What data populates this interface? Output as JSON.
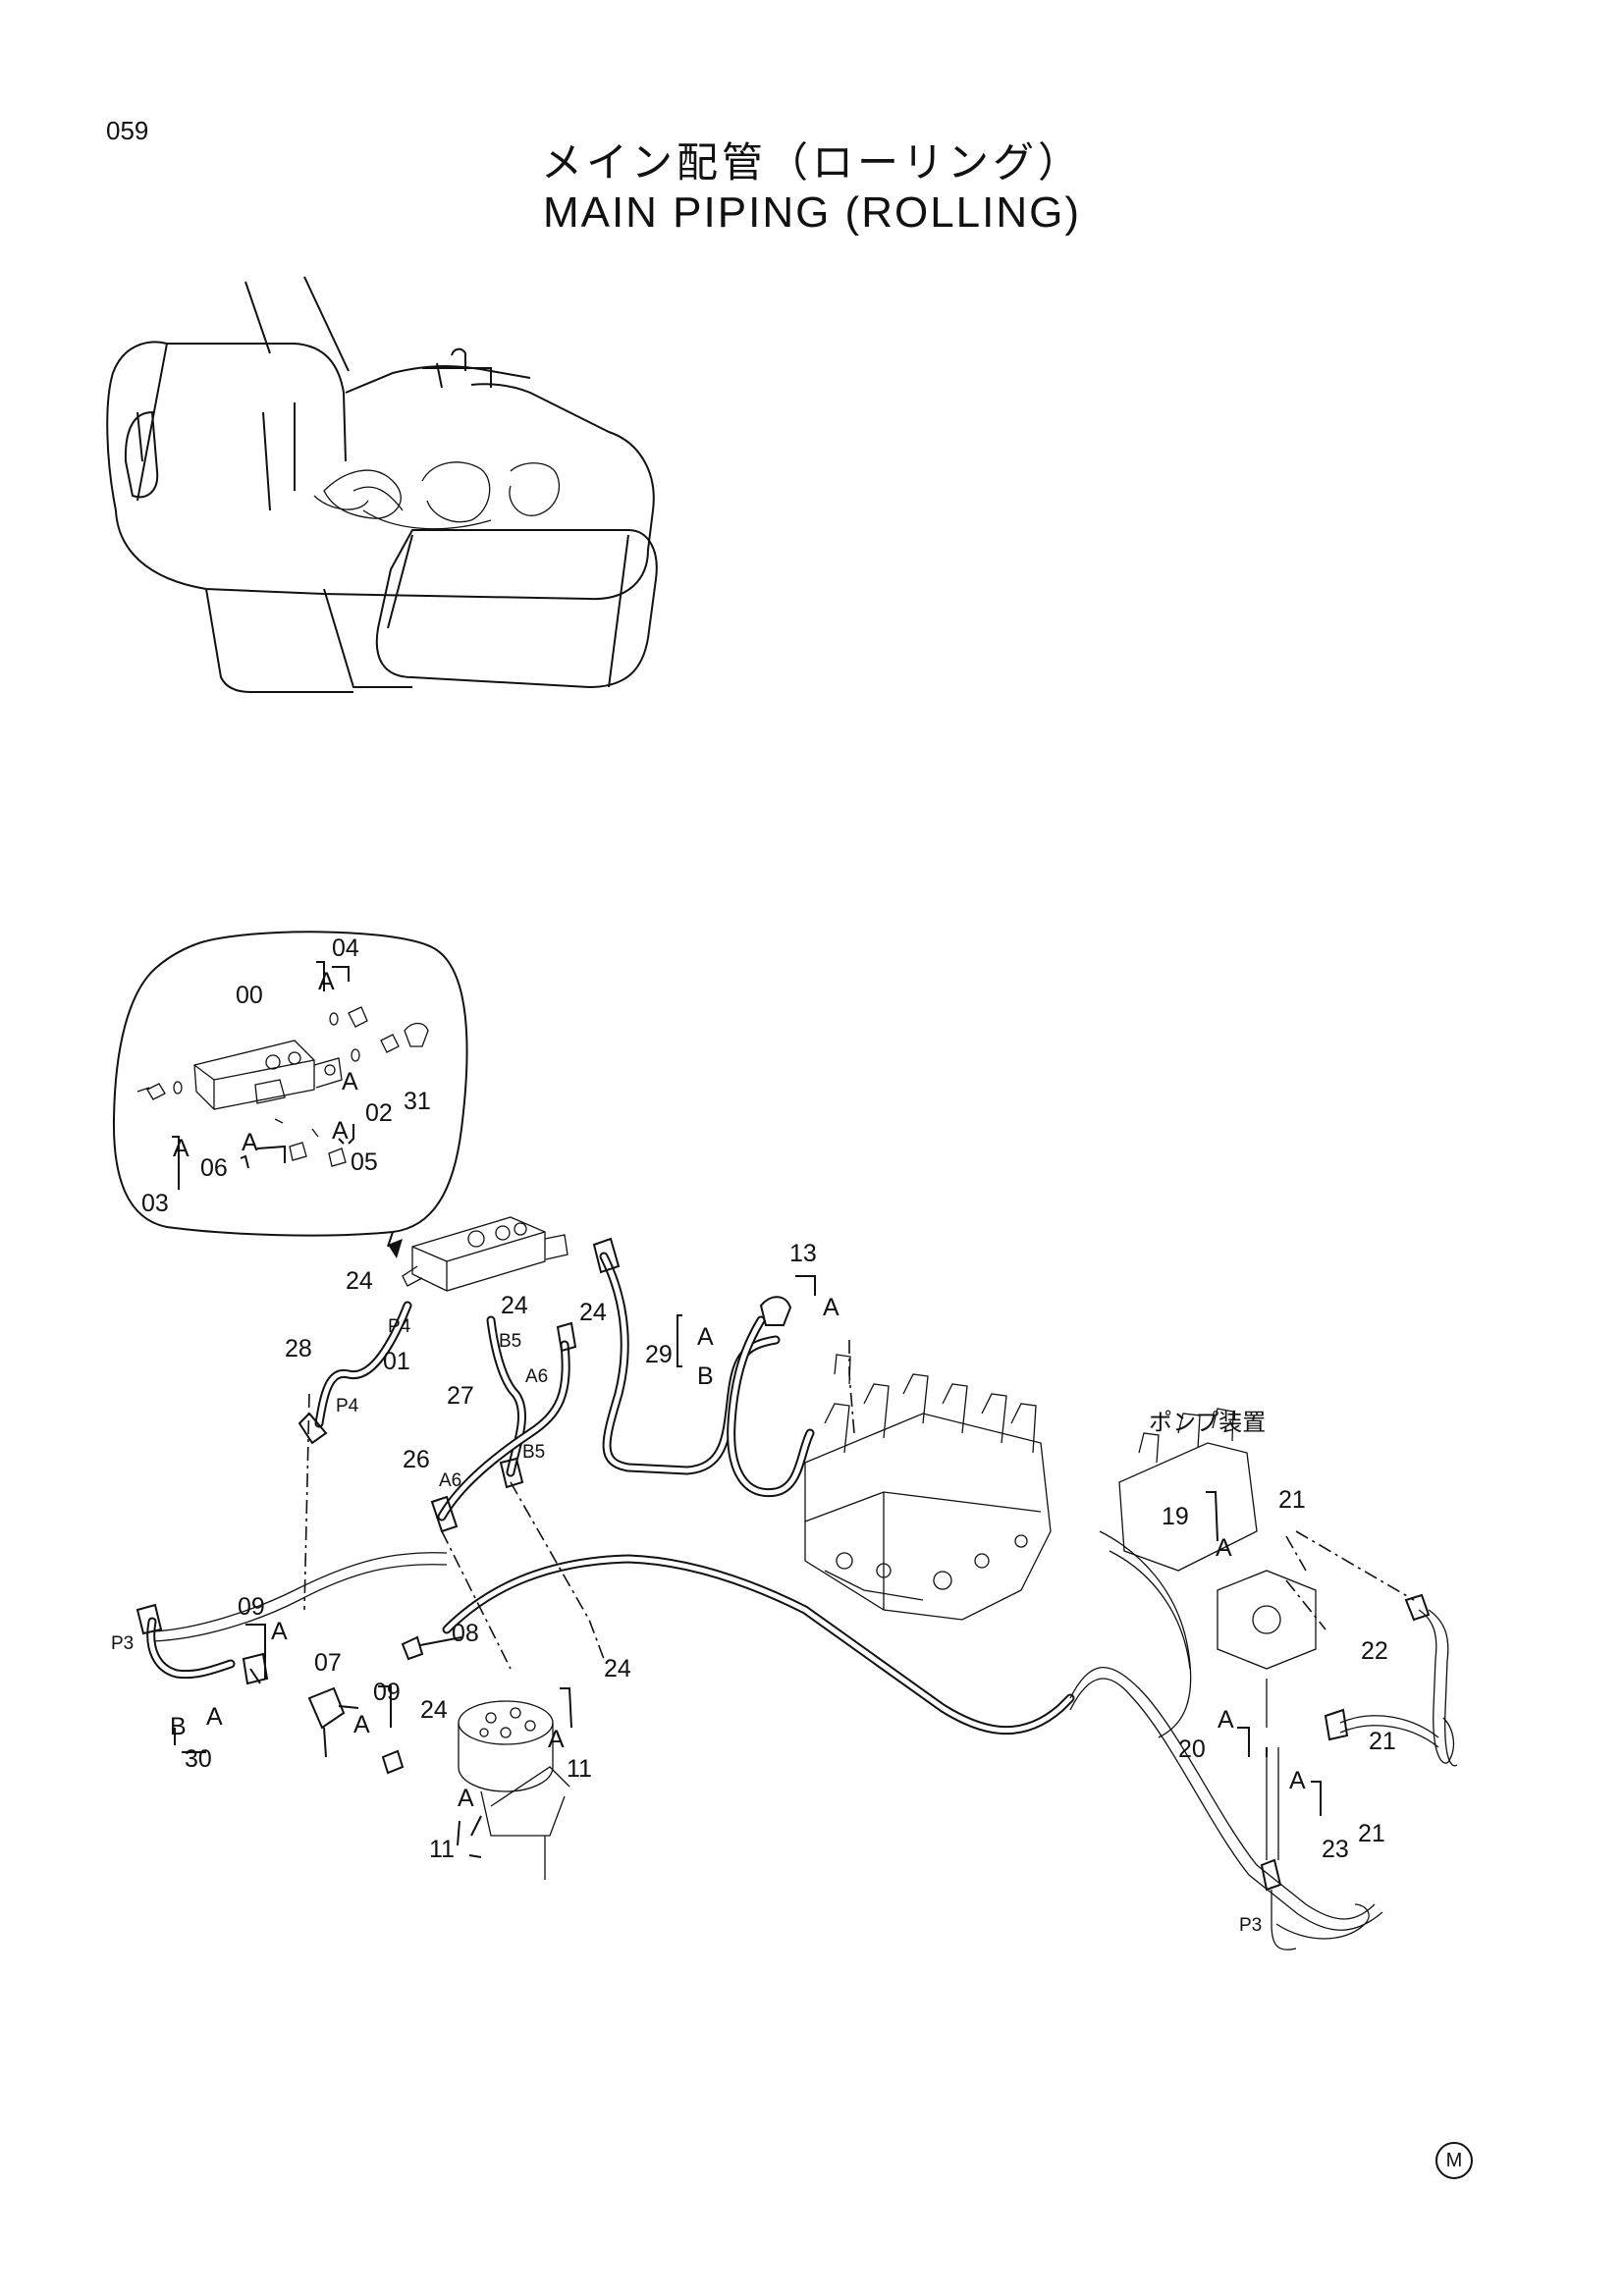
{
  "page_number": "059",
  "title_jp": "メイン配管（ローリング）",
  "title_en": "MAIN PIPING (ROLLING)",
  "assembly_label": "ポンプ装置",
  "mark": "M",
  "labels": {
    "p00": "00",
    "p01": "01",
    "p02": "02",
    "p03": "03",
    "p04": "04",
    "p05": "05",
    "p06": "06",
    "p07": "07",
    "p08": "08",
    "p09a": "09",
    "p09b": "09",
    "p11a": "11",
    "p11b": "11",
    "p13": "13",
    "p19": "19",
    "p20": "20",
    "p21a": "21",
    "p21b": "21",
    "p21c": "21",
    "p22": "22",
    "p23": "23",
    "p24a": "24",
    "p24b": "24",
    "p24c": "24",
    "p24d": "24",
    "p24e": "24",
    "p26": "26",
    "p27": "27",
    "p28": "28",
    "p29": "29",
    "p30": "30",
    "p31": "31",
    "a": "A",
    "b": "B",
    "port_p3": "P3",
    "port_p4": "P4",
    "port_a6": "A6",
    "port_b5": "B5"
  }
}
